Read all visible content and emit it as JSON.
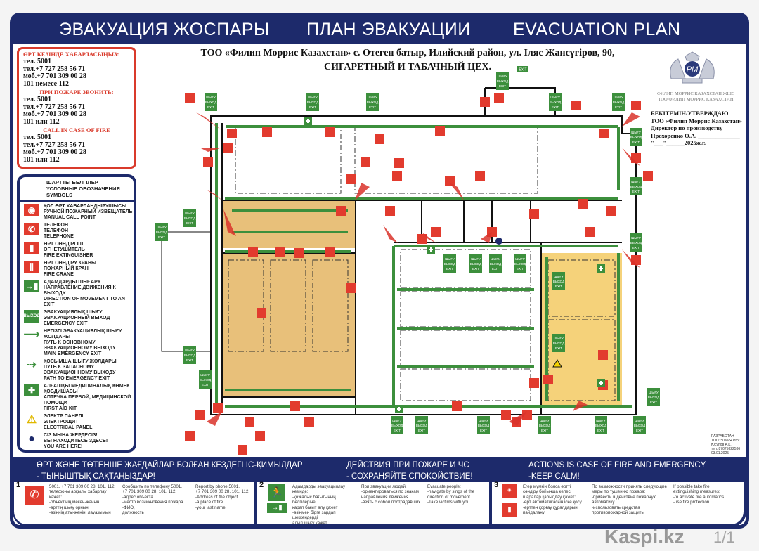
{
  "titles": {
    "kz": "ЭВАКУАЦИЯ ЖОСПАРЫ",
    "ru": "ПЛАН ЭВАКУАЦИИ",
    "en": "EVACUATION PLAN"
  },
  "header": {
    "line1": "ТОО «Филип Моррис Казахстан» с. Отеген батыр, Илийский район,  ул. Іляс Жансүгіров, 90,",
    "line2": "СИГАРЕТНЫЙ И ТАБАЧНЫЙ ЦЕХ."
  },
  "contacts": [
    {
      "heading": "ӨРТ КЕЗІНДЕ ХАБАРЛАСЫҢЫЗ:",
      "lines": [
        "тел. 5001",
        "тел.+7 727 258 56 71",
        "моб.+7 701 309 00 28",
        "101 немесе 112"
      ]
    },
    {
      "heading": "ПРИ ПОЖАРЕ ЗВОНИТЬ:",
      "lines": [
        "тел. 5001",
        "тел.+7 727 258 56 71",
        "моб.+7 701 309 00 28",
        "101 или 112"
      ]
    },
    {
      "heading": "CALL IN CASE OF FIRE",
      "lines": [
        "тел. 5001",
        "тел.+7 727 258 56 71",
        "моб.+7 701 309 00 28",
        "101 или 112"
      ]
    }
  ],
  "legend": {
    "heading": [
      "ШАРТТЫ БЕЛГІЛЕР",
      "УСЛОВНЫЕ ОБОЗНАЧЕНИЯ",
      "SYMBOLS"
    ],
    "items": [
      {
        "icon": "manual-call-point-icon",
        "text": "ҚОЛ ӨРТ ХАБАРЛАНДЫРУШЫСЫ\nРУЧНОЙ ПОЖАРНЫЙ ИЗВЕЩАТЕЛЬ\nMANUAL CALL POINT"
      },
      {
        "icon": "telephone-icon",
        "text": "ТЕЛЕФОН\nТЕЛЕФОН\nTELEPHONE"
      },
      {
        "icon": "fire-extinguisher-icon",
        "text": "ӨРТ СӨНДІРГІШ\nОГНЕТУШИТЕЛЬ\nFIRE EXTINGUISHER"
      },
      {
        "icon": "fire-crane-icon",
        "text": "ӨРТ СӨНДІРУ КРАНЫ\nПОЖАРНЫЙ КРАН\nFIRE CRANE"
      },
      {
        "icon": "exit-direction-icon",
        "text": "АДАМДАРДЫ ШЫҒАРУ\nНАПРАВЛЕНИЕ ДВИЖЕНИЯ К ВЫХОДУ\nDIRECTION OF MOVEMENT TO AN EXIT"
      },
      {
        "icon": "emergency-exit-icon",
        "icon_label": "ВЫХОД",
        "text": "ЭВАКУАЦИЯЛЫҚ ШЫҒУ\nЭВАКУАЦИОННЫЙ ВЫХОД\nEMERGENCY EXIT"
      },
      {
        "icon": "main-route-arrow-icon",
        "text": "НЕГІЗГІ ЭВАКУАЦИЯЛЫҚ ШЫҒУ ЖОЛДАРЫ\nПУТЬ К ОСНОВНОМУ ЭВАКУАЦИОННОМУ ВЫХОДУ\nMAIN EMERGENCY EXIT"
      },
      {
        "icon": "secondary-route-arrow-icon",
        "text": "ҚОСЫМША ШЫҒУ ЖОЛДАРЫ\nПУТЬ К ЗАПАСНОМУ ЭВАКУАЦИОННОМУ ВЫХОДУ\nPATH TO EMERGENCY EXIT"
      },
      {
        "icon": "first-aid-kit-icon",
        "text": "АЛҒАШҚЫ МЕДИЦИНАЛЫҚ КӨМЕК ҚОБДИШАСЫ\nАПТЕЧКА ПЕРВОЙ, МЕДИЦИНСКОЙ ПОМОЩИ\nFIRST AID KIT"
      },
      {
        "icon": "electrical-panel-icon",
        "text": "ЭЛЕКТР ПАНЕЛІ\nЭЛЕКТРОЩИТ\nELECTRICAL PANEL"
      },
      {
        "icon": "you-are-here-icon",
        "text": "СІЗ МЫНА ЖЕРДЕСІЗ!\nВЫ НАХОДИТЕСЬ ЗДЕСЬ!\nYOU ARE HERE!"
      }
    ]
  },
  "logo": {
    "company_kz": "ФИЛИП МОРРИС КАЗАХСТАН ЖШС",
    "company_ru": "ТОО ФИЛИП МОРРИС КАЗАХСТАН",
    "monogram": "PM"
  },
  "approval": [
    "БЕКІТЕМІН/УТВЕРЖДАЮ",
    "ТОО «Филип Моррис Казахстан»",
    "Директор по производству",
    "Прохоренко О.А. ______________",
    "\"___\"______2025ж.г."
  ],
  "plan": {
    "exit_sign": [
      "ШЫҒУ",
      "ВЫХОД",
      "EXIT"
    ],
    "top_exit_label": "EXIT"
  },
  "developer": [
    "РАЗРАБОТАН",
    "ТОО\"ЭЛМиЯ Pro\"",
    "Юсупов А.К.",
    "тел. 87075822536",
    "03.01.2025"
  ],
  "actions": {
    "kz_heading": [
      "ӨРТ ЖӘНЕ ТӨТЕНШЕ ЖАҒДАЙЛАР БОЛҒАН КЕЗДЕГІ ІС-ҚИМЫЛДАР",
      "- ТЫНЫШТЫҚ  САҚТАҢЫЗДАР!"
    ],
    "ru_heading": [
      "ДЕЙСТВИЯ ПРИ ПОЖАРЕ И ЧС",
      "- СОХРАНЯЙТЕ СПОКОЙСТВИЕ!"
    ],
    "en_heading": [
      "ACTIONS IS CASE OF FIRE AND EMERGENCY",
      "-KEEP CALM!"
    ],
    "steps": [
      {
        "number": "1",
        "kz": "5001, +7 701 309 00 28, 101, 112\nтелефоны арқылы хабарлау қажет:\n-объектінің мекен-жайын\n-өрттің шығу орнын\n-өзіңнің аты-жөнін, лауазымын",
        "ru": "Сообщить по телефону 5001,\n+7 701 309 00 28,  101,  112:\n-адрес объекта\n-место возникновения пожара\n-ФИО,\nдолжность",
        "en": "Report by phone  5001,\n+7 701 309 00 28, 101, 112:\n-Address of the object\n-a place of fire\n-your last name"
      },
      {
        "number": "2",
        "kz": "Адамдарды эвакуациялау кезінде:\n-қозғалыс бағытының белгілеріне\nқарап бағыт алу қажет\n-өзіңмен бірге зардап шеккендерді\nалып шығу қажет",
        "ru": "При эвакуации людей:\n-ориентироваться по знакам\nнаправления движения\n-взять с собой пострадавших",
        "en": "Evacuate people:\n-navigate by sings of the\ndirection of movement\n-Take victims with you"
      },
      {
        "number": "3",
        "kz": "Егер мүмкін болса өртті\nсөндіру бойынша келесі\nшаралар қабылдау қажет:\n-өрт автоматикасын іске қосу\n-өрттен қорғау құралдарын\nпайдалану",
        "ru": "По возможности принять следующие\nмеры по тушению пожара:\n-привести в действие пожарную\nавтоматику\n-использовать средства\nпротивопожарной защиты",
        "en": "If possible take fire\nextinguishing measures:\n-to activate fire automatics\n-use fire protection"
      }
    ]
  },
  "watermark": {
    "brand": "Kaspi.kz",
    "page": "1/1"
  },
  "colors": {
    "navy": "#1d2a6b",
    "fire_red": "#e23b2e",
    "exit_green": "#3c8f3c",
    "zone_tan": "#e8c07a",
    "zone_yellow": "#f5d27a"
  }
}
